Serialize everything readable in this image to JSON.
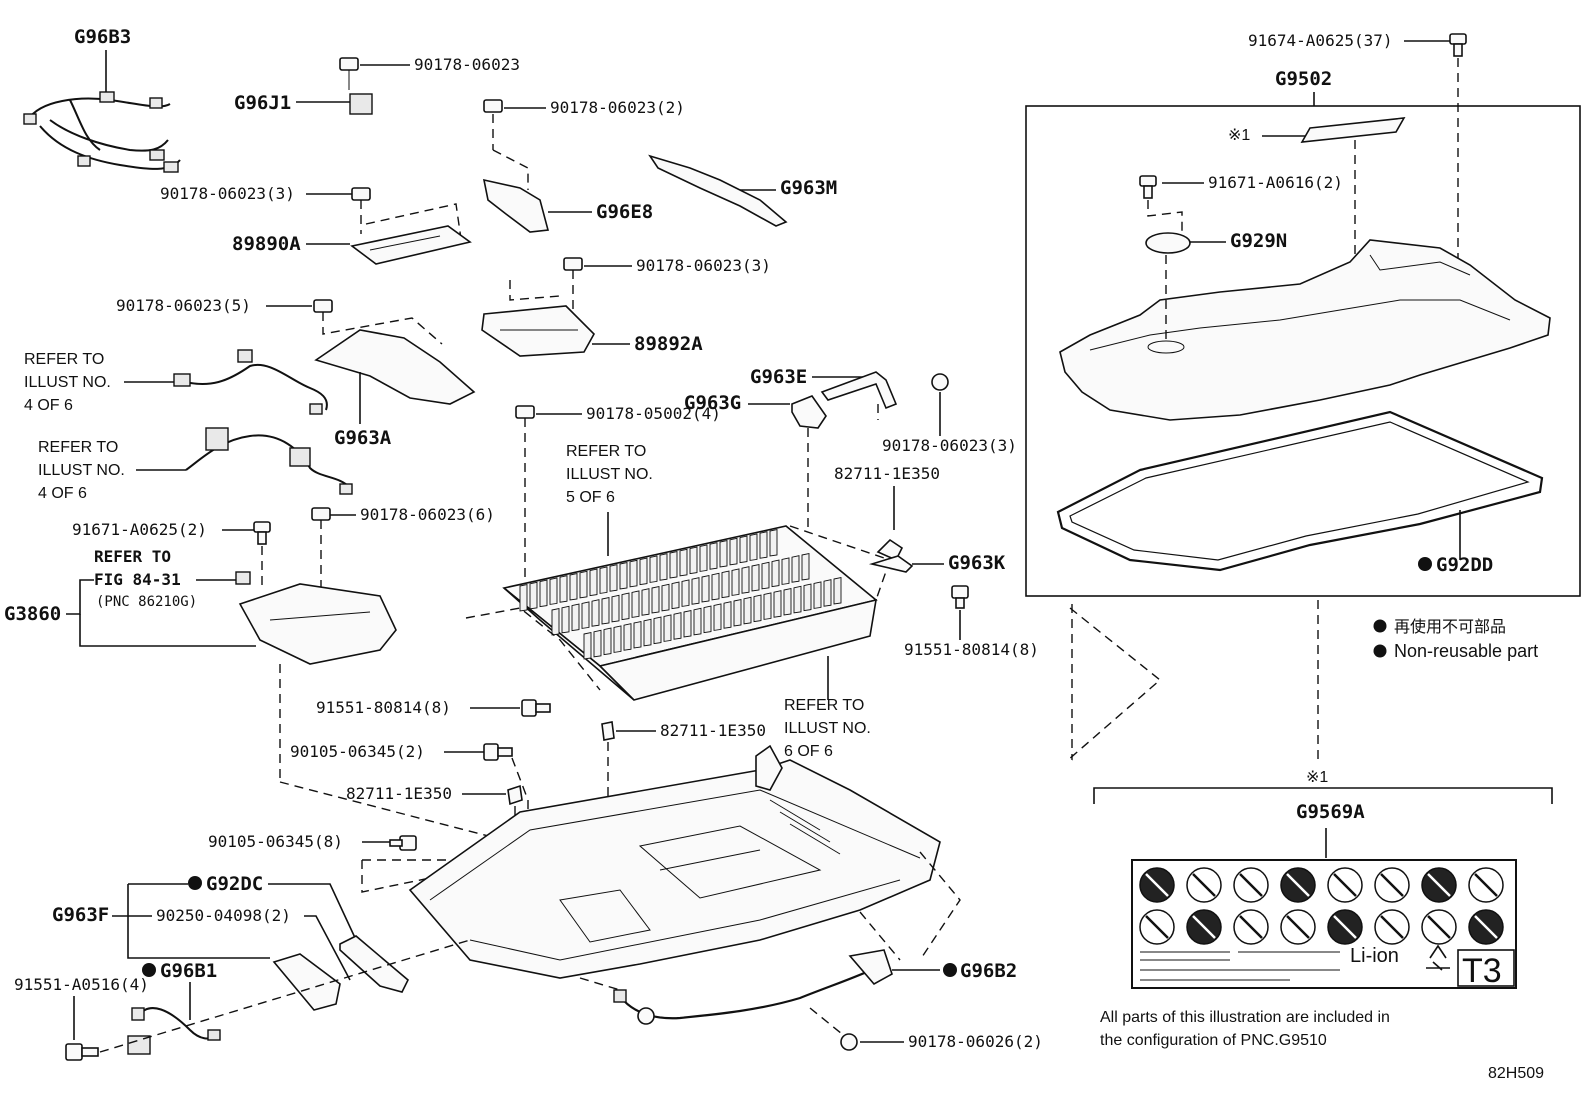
{
  "labels": {
    "g96b3": "G96B3",
    "p_90178_06023_a": "90178-06023",
    "g96j1": "G96J1",
    "p_90178_06023_2": "90178-06023(2)",
    "g963m": "G963M",
    "p_90178_06023_3a": "90178-06023(3)",
    "g96e8": "G96E8",
    "p_89890a": "89890A",
    "p_90178_06023_3b": "90178-06023(3)",
    "p_90178_06023_5": "90178-06023(5)",
    "p_89892a": "89892A",
    "g963a": "G963A",
    "g963e": "G963E",
    "g963g": "G963G",
    "p_90178_05002_4": "90178-05002(4)",
    "p_90178_06023_3c": "90178-06023(3)",
    "p_82711_1e350_a": "82711-1E350",
    "g963k": "G963K",
    "p_90178_06023_6": "90178-06023(6)",
    "p_91671_a0625_2": "91671-A0625(2)",
    "g3860": "G3860",
    "p_91551_80814_8a": "91551-80814(8)",
    "p_91551_80814_8b": "91551-80814(8)",
    "p_82711_1e350_b": "82711-1E350",
    "p_90105_06345_2": "90105-06345(2)",
    "p_82711_1e350_c": "82711-1E350",
    "p_90105_06345_8": "90105-06345(8)",
    "g92dc": "G92DC",
    "g963f": "G963F",
    "p_90250_04098_2": "90250-04098(2)",
    "g96b1": "G96B1",
    "p_91551_a0516_4": "91551-A0516(4)",
    "g96b2": "G96B2",
    "p_90178_06026_2": "90178-06026(2)",
    "p_91674_a0625_37": "91674-A0625(37)",
    "g9502": "G9502",
    "mark1": "※1",
    "p_91671_a0616_2": "91671-A0616(2)",
    "g929n": "G929N",
    "g92dd": "G92DD",
    "g9569a": "G9569A",
    "li_ion": "Li-ion",
    "t3": "T3",
    "drawing_no": "82H509"
  },
  "refer": {
    "r1": [
      "REFER TO",
      "ILLUST NO.",
      "4 OF 6"
    ],
    "r2": [
      "REFER TO",
      "ILLUST NO.",
      "4 OF 6"
    ],
    "r3": [
      "REFER TO",
      "ILLUST NO.",
      "5 OF 6"
    ],
    "r4": [
      "REFER TO",
      "ILLUST NO.",
      "6 OF 6"
    ],
    "fig": [
      "REFER TO",
      "FIG 84-31",
      "(PNC 86210G)"
    ]
  },
  "legend": {
    "jp": "再使用不可部品",
    "en": "Non-reusable part"
  },
  "footnote": {
    "line1": "All parts of this illustration are included in",
    "line2": "the configuration of PNC.G9510"
  },
  "label_icons": [
    "warning-icon",
    "manual-icon",
    "battery-icon",
    "high-voltage-icon",
    "no-touch-icon",
    "no-tools-icon",
    "flammable-icon",
    "explosion-icon",
    "no-fire-icon",
    "no-disassemble-icon",
    "no-children-icon",
    "no-rain-icon",
    "no-water-icon",
    "corrosive-icon",
    "no-smoking-icon",
    "no-flame-icon"
  ]
}
